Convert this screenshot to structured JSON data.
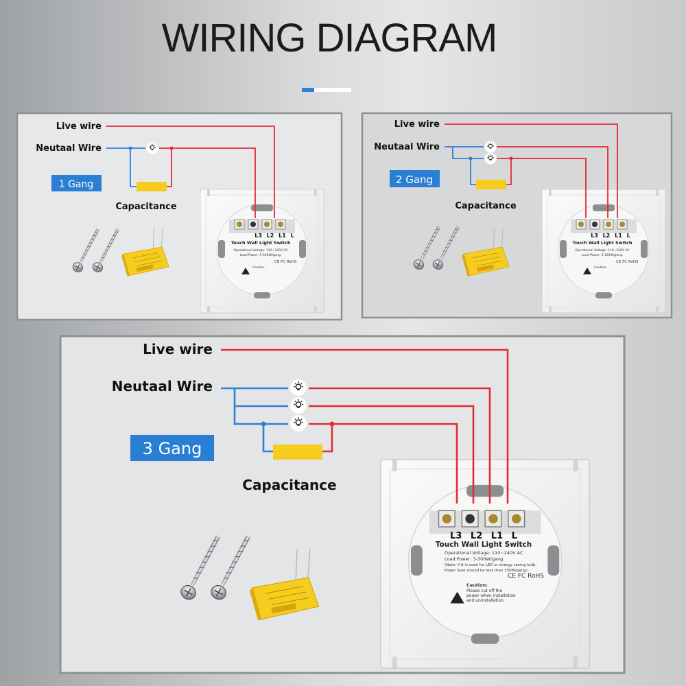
{
  "title": "WIRING DIAGRAM",
  "colors": {
    "live": "#e22b33",
    "neutral": "#2f7fd6",
    "badge": "#2a7fd4",
    "capacitor": "#f6cd1e"
  },
  "panels": [
    {
      "gang_label": "1 Gang",
      "live_label": "Live wire",
      "neutral_label": "Neutaal Wire",
      "capacitance_label": "Capacitance",
      "terminals": [
        "L3",
        "L2",
        "L1",
        "L"
      ],
      "device_name": "Touch Wall Light Switch",
      "spec_voltage": "Operational Voltage: 110~240V AC",
      "spec_load": "Load Power: 3-300W/gang.",
      "caution": "Caution:",
      "certs": "CE FC RoHS"
    },
    {
      "gang_label": "2 Gang",
      "live_label": "Live wire",
      "neutral_label": "Neutaal Wire",
      "capacitance_label": "Capacitance",
      "terminals": [
        "L3",
        "L2",
        "L1",
        "L"
      ],
      "device_name": "Touch Wall Light Switch",
      "spec_voltage": "Operational Voltage: 110~240V AC",
      "spec_load": "Load Power: 3-300W/gang.",
      "caution": "Caution:",
      "certs": "CE FC RoHS"
    },
    {
      "gang_label": "3 Gang",
      "live_label": "Live wire",
      "neutral_label": "Neutaal Wire",
      "capacitance_label": "Capacitance",
      "terminals": [
        "L3",
        "L2",
        "L1",
        "L"
      ],
      "device_name": "Touch Wall Light Switch",
      "spec_voltage": "Operational Voltage: 110~240V AC",
      "spec_load": "Load Power: 3-300W/gang.",
      "spec_note": "(Note: if it is used for LED or energy saving bulb,",
      "spec_note2": "Power load should be less than 150W/gang)",
      "caution": "Caution:",
      "caution_text": "Please cut off the",
      "caution_text2": "power when installation",
      "caution_text3": "and uninstallation.",
      "certs": "CE FC RoHS"
    }
  ]
}
